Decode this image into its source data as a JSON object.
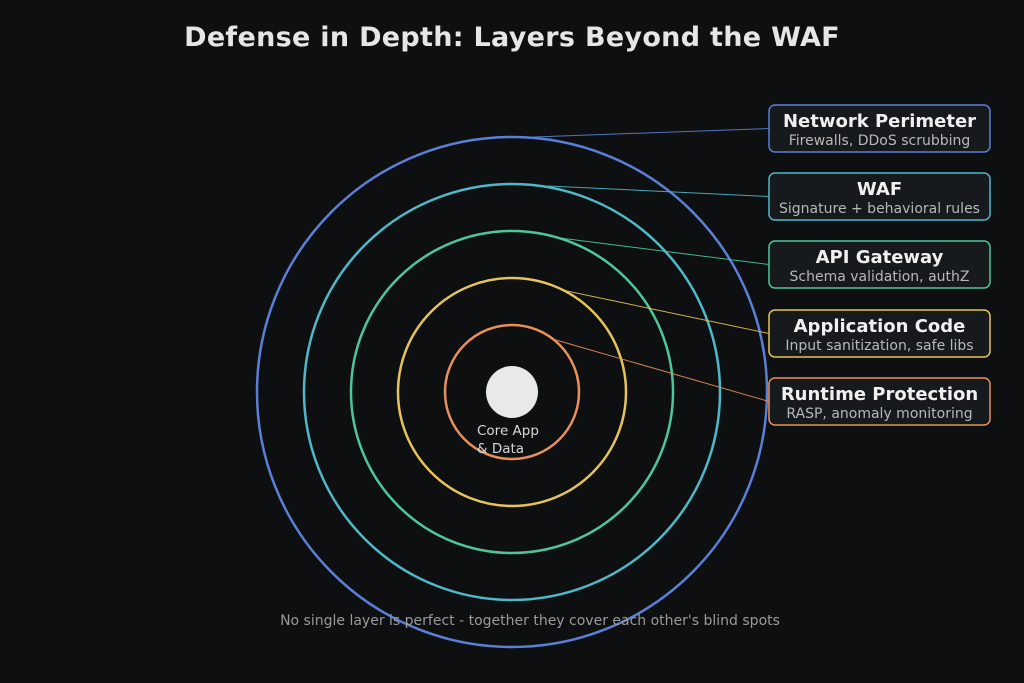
{
  "title": "Defense in Depth: Layers Beyond the WAF",
  "core": {
    "line1": "Core App",
    "line2": "& Data"
  },
  "caption": "No single layer is perfect - together they cover each other's blind spots",
  "layers": [
    {
      "name": "Network Perimeter",
      "desc": "Firewalls, DDoS scrubbing",
      "color": "#5b7fd6"
    },
    {
      "name": "WAF",
      "desc": "Signature + behavioral rules",
      "color": "#4fb8c9"
    },
    {
      "name": "API Gateway",
      "desc": "Schema validation, authZ",
      "color": "#4ec69a"
    },
    {
      "name": "Application Code",
      "desc": "Input sanitization, safe libs",
      "color": "#e6c45a"
    },
    {
      "name": "Runtime Protection",
      "desc": "RASP, anomaly monitoring",
      "color": "#e8905a"
    }
  ]
}
